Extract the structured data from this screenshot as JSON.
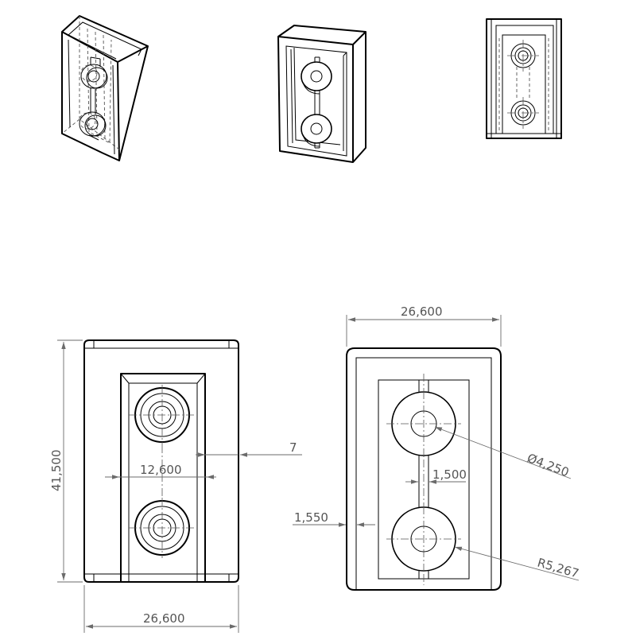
{
  "views": {
    "iso_hidden": "isometric-hidden-lines-view",
    "iso_shaded": "isometric-view",
    "top_small": "top-view-small",
    "front": "front-view",
    "back": "back-view"
  },
  "dimensions": {
    "height": "41,500",
    "width_front": "26,600",
    "width_back": "26,600",
    "pocket_width": "12,600",
    "wall_offset": "7",
    "rib_width": "1,500",
    "wall_thickness": "1,550",
    "hole_diameter": "Ø4,250",
    "boss_radius": "R5,267"
  }
}
